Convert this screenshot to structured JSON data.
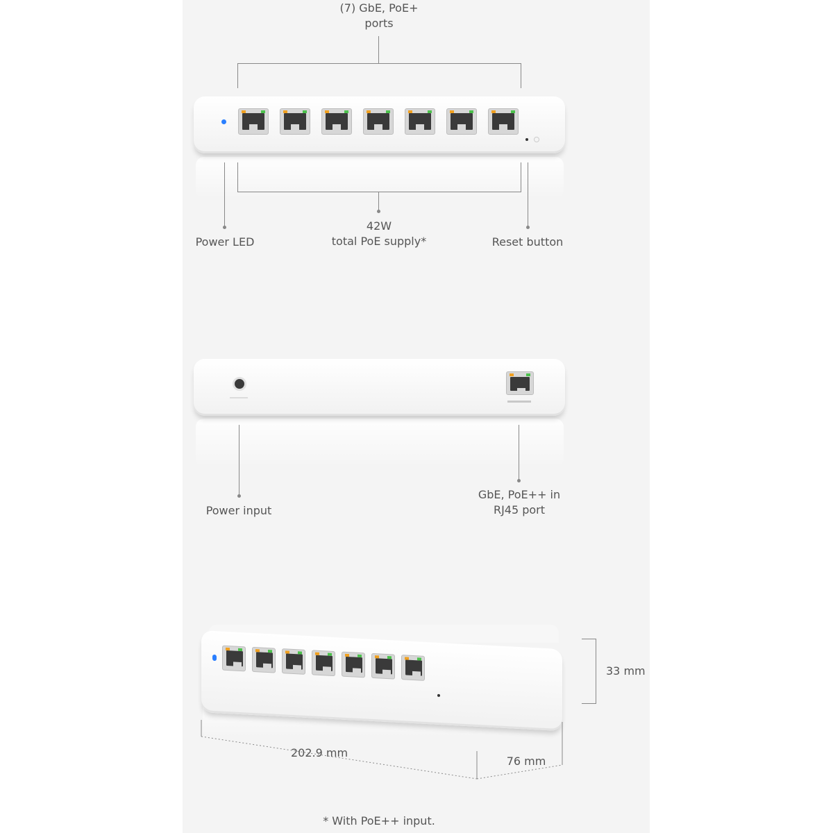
{
  "front_view": {
    "ports_label": "(7) GbE, PoE+\nports",
    "power_led_label": "Power LED",
    "poe_supply_label": "42W\ntotal PoE supply*",
    "reset_label": "Reset button",
    "port_count": 7
  },
  "back_view": {
    "power_input_label": "Power input",
    "uplink_label": "GbE, PoE++ in\nRJ45 port"
  },
  "dimensions_view": {
    "height_label": "33 mm",
    "width_label": "202.9 mm",
    "depth_label": "76 mm"
  },
  "footnote": "* With PoE++ input.",
  "colors": {
    "led_blue": "#2a7fff",
    "port_led_orange": "#f0a020",
    "port_led_green": "#4cc14c"
  }
}
